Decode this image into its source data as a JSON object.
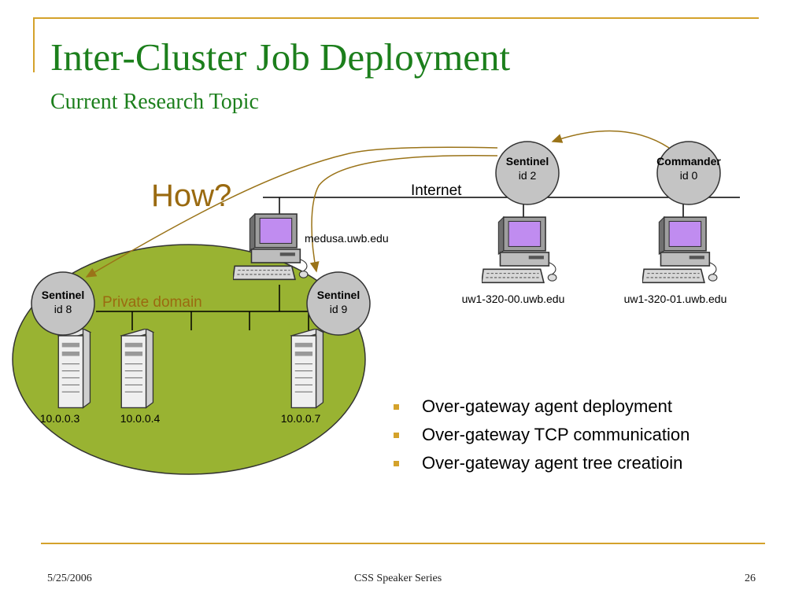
{
  "slide": {
    "title": "Inter-Cluster Job Deployment",
    "subtitle": "Current Research Topic"
  },
  "diagram": {
    "question": "How?",
    "internet_label": "Internet",
    "private_domain_label": "Private domain",
    "nodes": {
      "sentinel_2": {
        "role": "Sentinel",
        "id": "id 2"
      },
      "commander_0": {
        "role": "Commander",
        "id": "id 0"
      },
      "sentinel_8": {
        "role": "Sentinel",
        "id": "id 8"
      },
      "sentinel_9": {
        "role": "Sentinel",
        "id": "id 9"
      }
    },
    "hosts": {
      "medusa": "medusa.uwb.edu",
      "uw1_320_00": "uw1-320-00.uwb.edu",
      "uw1_320_01": "uw1-320-01.uwb.edu"
    },
    "servers": {
      "s3": "10.0.0.3",
      "s4": "10.0.0.4",
      "s7": "10.0.0.7"
    },
    "colors": {
      "accent": "#d4a22b",
      "title": "#1c7f1c",
      "private_domain_fill": "#99b332",
      "node_fill": "#c4c4c4",
      "arrow": "#9a7318",
      "question": "#9a6a10"
    }
  },
  "bullets": [
    "Over-gateway agent deployment",
    "Over-gateway TCP communication",
    "Over-gateway agent tree creatioin"
  ],
  "footer": {
    "date": "5/25/2006",
    "center": "CSS Speaker Series",
    "page": "26"
  }
}
